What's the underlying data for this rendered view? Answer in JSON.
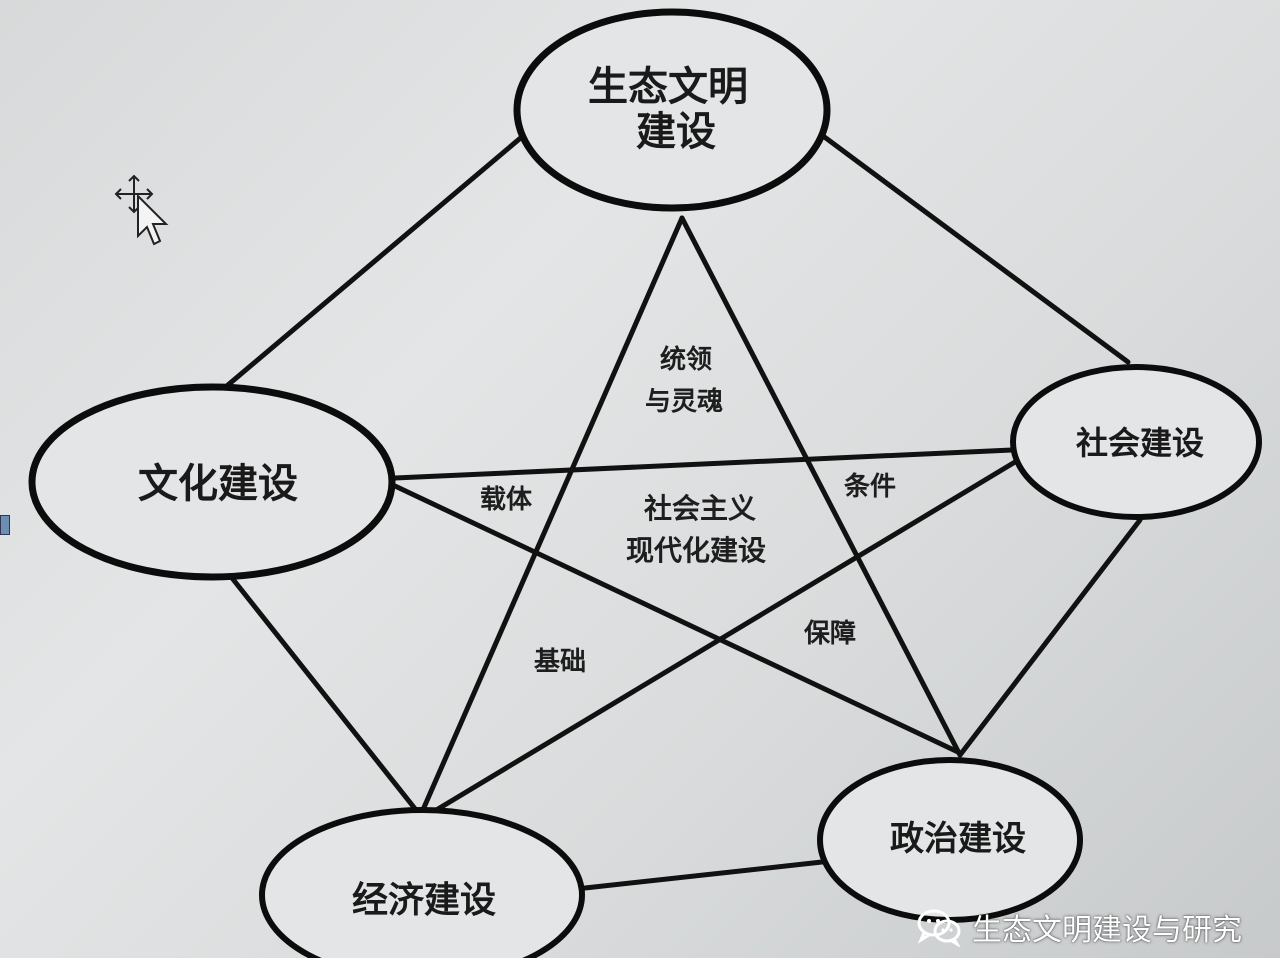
{
  "diagram": {
    "nodes": {
      "ecology": {
        "line1": "生态文明",
        "line2": "建设"
      },
      "culture": {
        "label": "文化建设"
      },
      "society": {
        "label": "社会建设"
      },
      "economy": {
        "label": "经济建设"
      },
      "politics": {
        "label": "政治建设"
      }
    },
    "relations": {
      "lead_line1": "统领",
      "lead_line2": "与灵魂",
      "carrier": "载体",
      "condition": "条件",
      "foundation": "基础",
      "guarantee": "保障"
    },
    "center": {
      "line1": "社会主义",
      "line2": "现代化建设"
    }
  },
  "watermark": {
    "text": "生态文明建设与研究",
    "icon": "wechat-icon"
  },
  "cursor": {
    "icon": "move-cursor-icon"
  }
}
